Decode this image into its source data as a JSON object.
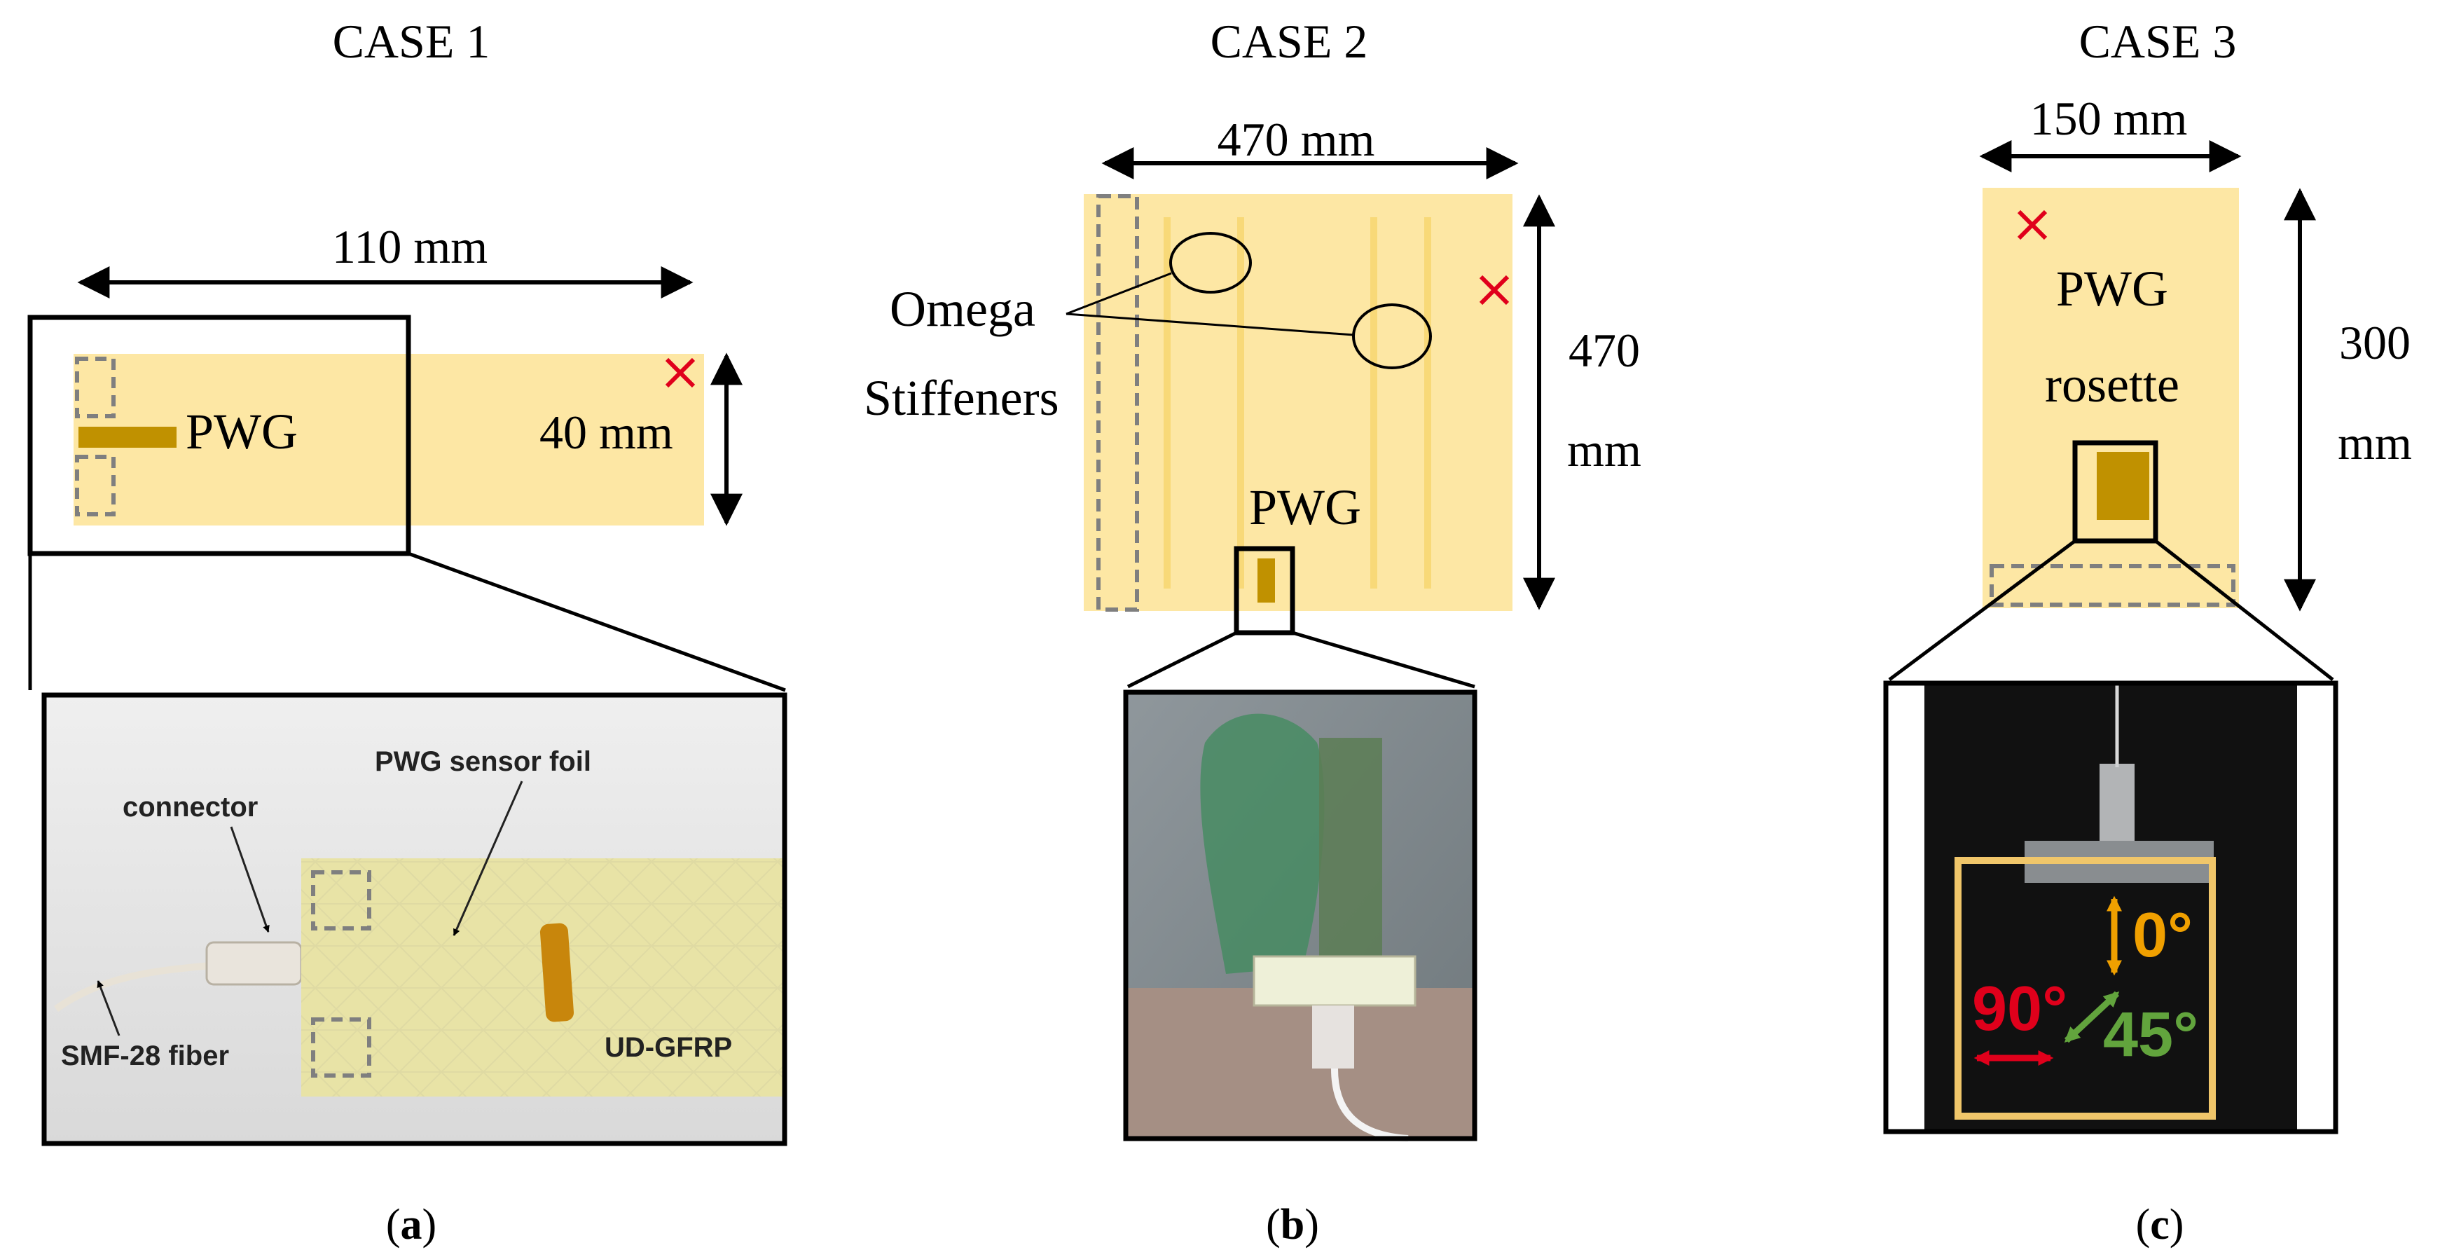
{
  "colors": {
    "laminate": "#fde7a4",
    "sensor": "#c09100",
    "stiffener": "#f8d978",
    "cross": "#e0001b",
    "clamp": "#7f7f7f",
    "rosette_box": "#f0c66a",
    "deg0": "#f0a000",
    "deg90": "#e0001b",
    "deg45": "#62a43d"
  },
  "case1": {
    "title": "CASE 1",
    "width_label": "110 mm",
    "height_label": "40 mm",
    "pwg_label": "PWG",
    "photo": {
      "connector": "connector",
      "sensor_foil": "PWG sensor foil",
      "fiber": "SMF-28 fiber",
      "material": "UD-GFRP"
    },
    "caption_open": "(",
    "caption_letter": "a",
    "caption_close": ")"
  },
  "case2": {
    "title": "CASE 2",
    "width_label": "470 mm",
    "height_value": "470",
    "height_unit": "mm",
    "omega": "Omega",
    "stiffeners": "Stiffeners",
    "pwg_label": "PWG",
    "caption_open": "(",
    "caption_letter": "b",
    "caption_close": ")"
  },
  "case3": {
    "title": "CASE 3",
    "width_label": "150 mm",
    "height_value": "300",
    "height_unit": "mm",
    "pwg_line1": "PWG",
    "pwg_line2": "rosette",
    "angle_0": "0°",
    "angle_90": "90°",
    "angle_45": "45°",
    "caption_open": "(",
    "caption_letter": "c",
    "caption_close": ")"
  }
}
